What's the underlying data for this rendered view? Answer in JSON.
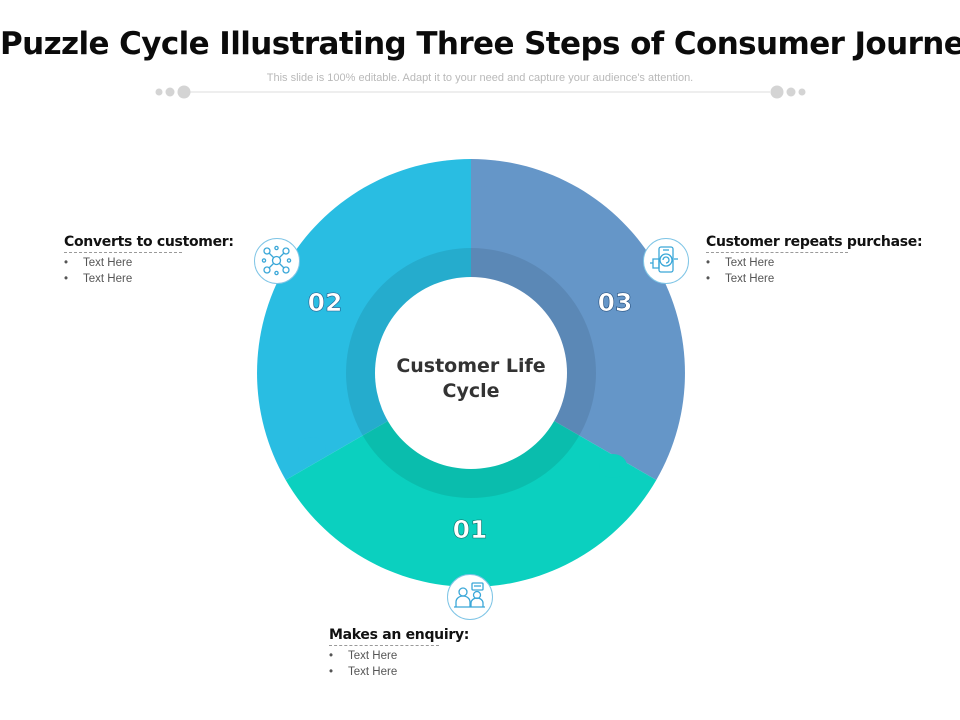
{
  "header": {
    "title": "Puzzle Cycle Illustrating Three Steps of Consumer Journey",
    "subtitle": "This slide is 100% editable. Adapt it to your need and capture your audience's attention."
  },
  "center": {
    "line1": "Customer Life",
    "line2": "Cycle"
  },
  "segments": [
    {
      "number": "01",
      "color": "#0bd0bf",
      "heading": "Makes an enquiry:",
      "bullets": [
        "Text Here",
        "Text Here"
      ],
      "icon": "customer-service-icon"
    },
    {
      "number": "02",
      "color": "#29bde2",
      "heading": "Converts to customer:",
      "bullets": [
        "Text Here",
        "Text Here"
      ],
      "icon": "network-people-icon"
    },
    {
      "number": "03",
      "color": "#6596c8",
      "heading": "Customer repeats purchase:",
      "bullets": [
        "Text Here",
        "Text Here"
      ],
      "icon": "repeat-purchase-icon"
    }
  ],
  "colors": {
    "inner_ring_overlay": "#000000",
    "icon_stroke": "#3aa7d8",
    "decoration": "#cfcfcf"
  }
}
